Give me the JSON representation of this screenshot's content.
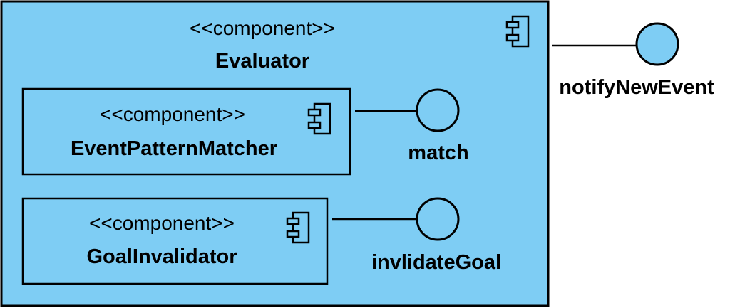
{
  "colors": {
    "component_fill": "#7ecdf4",
    "lollipop_fill": "#7ecdf4",
    "stroke": "#000000"
  },
  "evaluator": {
    "stereotype": "<<component>>",
    "name": "Evaluator",
    "icon": "component-icon"
  },
  "interfaces": {
    "notify": {
      "label": "notifyNewEvent"
    },
    "match": {
      "label": "match"
    },
    "invalidate": {
      "label": "invlidateGoal"
    }
  },
  "subcomponents": [
    {
      "stereotype": "<<component>>",
      "name": "EventPatternMatcher",
      "icon": "component-icon"
    },
    {
      "stereotype": "<<component>>",
      "name": "GoalInvalidator",
      "icon": "component-icon"
    }
  ]
}
